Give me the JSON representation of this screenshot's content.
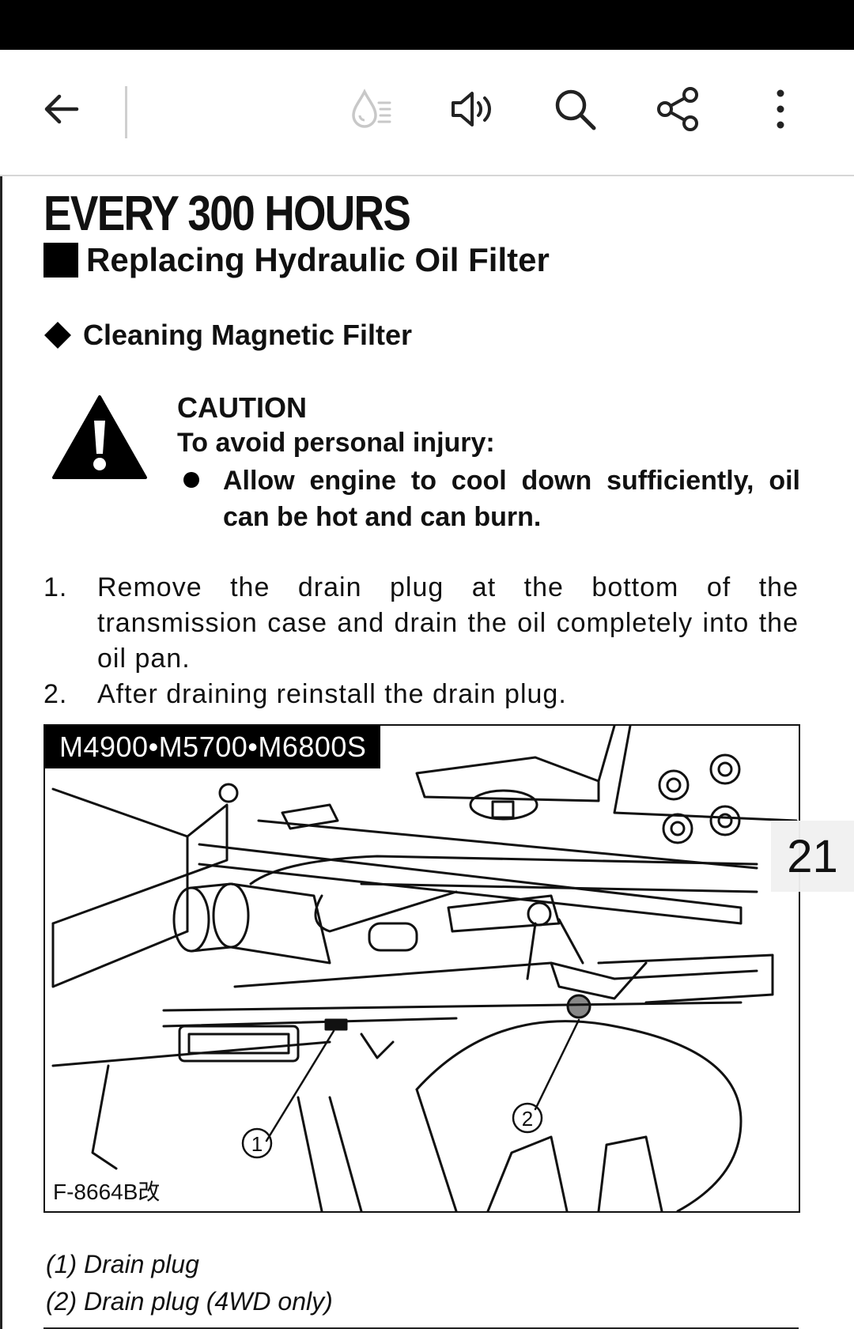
{
  "toolbar": {
    "back_icon": "arrow-left-icon",
    "reading_mode_icon": "droplet-lines-icon",
    "read_aloud_icon": "speaker-icon",
    "search_icon": "search-icon",
    "share_icon": "share-icon",
    "more_icon": "vertical-dots-icon"
  },
  "document": {
    "title": "EVERY 300 HOURS",
    "subtitle": "Replacing Hydraulic Oil Filter",
    "section": "Cleaning Magnetic Filter",
    "caution": {
      "heading": "CAUTION",
      "sub": "To avoid personal injury:",
      "bullet": "Allow engine to cool down sufficiently, oil can be hot and can burn."
    },
    "steps": [
      {
        "num": "1.",
        "text": "Remove the drain plug at the bottom of the transmission case and drain the oil completely into the oil pan."
      },
      {
        "num": "2.",
        "text": "After draining reinstall the drain plug."
      }
    ],
    "figure": {
      "banner": "M4900•M5700•M6800S",
      "code": "F-8664B改",
      "callouts": [
        "①",
        "②"
      ]
    },
    "captions": [
      "(1) Drain plug",
      "(2) Drain plug (4WD only)"
    ]
  },
  "page_number": "21",
  "colors": {
    "accent": "#000000",
    "background": "#ffffff",
    "muted_icon": "#c8c8c8"
  }
}
